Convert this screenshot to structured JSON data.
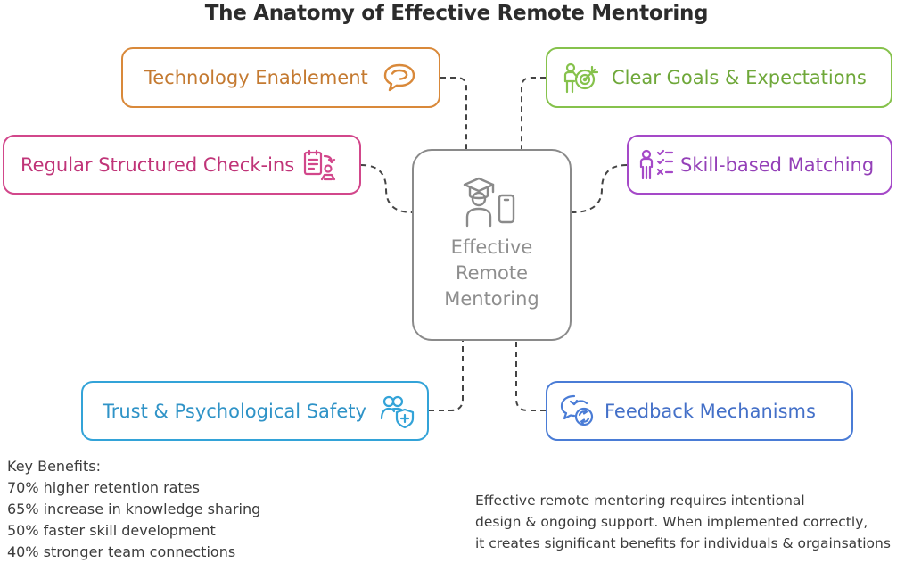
{
  "title": "The Anatomy of Effective Remote Mentoring",
  "center": {
    "lines": [
      "Effective",
      "Remote",
      "Mentoring"
    ],
    "icon": "graduate-mentor-icon",
    "color": "#8a8a8a"
  },
  "nodes": {
    "technology": {
      "label": "Technology Enablement",
      "icon": "chat-bubble-icon",
      "color": "#d9893a"
    },
    "goals": {
      "label": "Clear Goals & Expectations",
      "icon": "target-person-icon",
      "color": "#86c24c"
    },
    "checkins": {
      "label": "Regular Structured Check-ins",
      "icon": "clipboard-person-icon",
      "color": "#d2478b"
    },
    "skill": {
      "label": "Skill-based Matching",
      "icon": "person-checklist-icon",
      "color": "#a549c8"
    },
    "trust": {
      "label": "Trust & Psychological Safety",
      "icon": "users-shield-icon",
      "color": "#33a3d8"
    },
    "feedback": {
      "label": "Feedback Mechanisms",
      "icon": "chat-refresh-icon",
      "color": "#4a7cd6"
    }
  },
  "benefits": {
    "heading": "Key Benefits:",
    "items": [
      "70% higher retention rates",
      "65% increase in knowledge sharing",
      "50% faster skill development",
      "40% stronger team connections"
    ]
  },
  "summary": {
    "lines": [
      "Effective remote mentoring requires intentional",
      "design & ongoing support. When implemented correctly,",
      "it creates significant benefits for individuals & orgainsations"
    ]
  }
}
